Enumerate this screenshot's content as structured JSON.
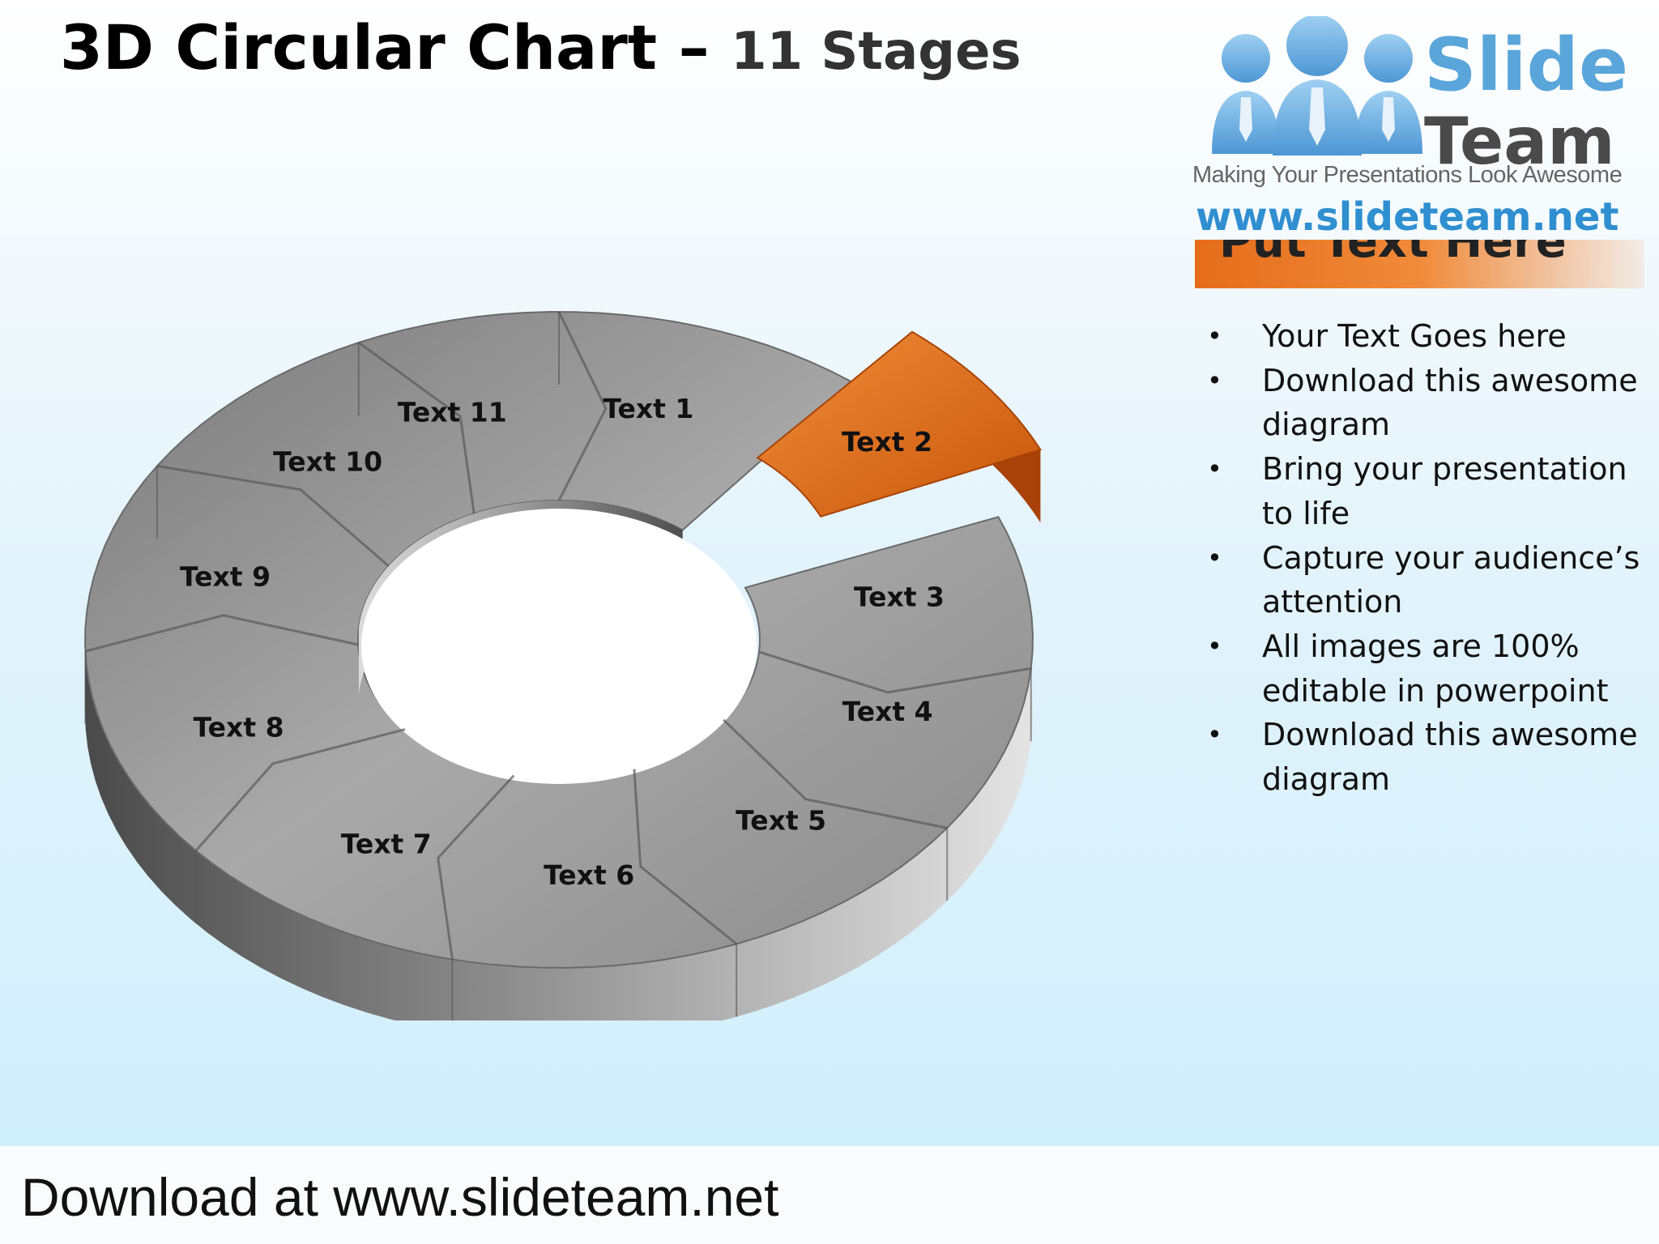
{
  "title": {
    "main": "3D Circular Chart – ",
    "sub": "11 Stages"
  },
  "logo": {
    "brand_line1": "Slide",
    "brand_line2": "Team",
    "tagline": "Making Your Presentations Look Awesome",
    "url": "www.slideteam.net"
  },
  "panel": {
    "heading": "Put Text Here",
    "bullet_symbol": "•",
    "bullets": [
      "Your Text Goes here",
      "Download this awesome diagram",
      "Bring your presentation to life",
      "Capture your audience’s attention",
      "All images are 100% editable in powerpoint",
      "Download this awesome diagram"
    ]
  },
  "diagram": {
    "stages": [
      "Text 1",
      "Text 2",
      "Text 3",
      "Text 4",
      "Text 5",
      "Text 6",
      "Text 7",
      "Text 8",
      "Text 9",
      "Text 10",
      "Text 11"
    ],
    "highlighted_stage": 2,
    "colors": {
      "segment_gray": "#8c8c8c",
      "segment_dark": "#5e5e5e",
      "highlight_orange": "#e0650f",
      "highlight_dark": "#a8420a"
    }
  },
  "footer": {
    "text": "Download at www.slideteam.net"
  }
}
